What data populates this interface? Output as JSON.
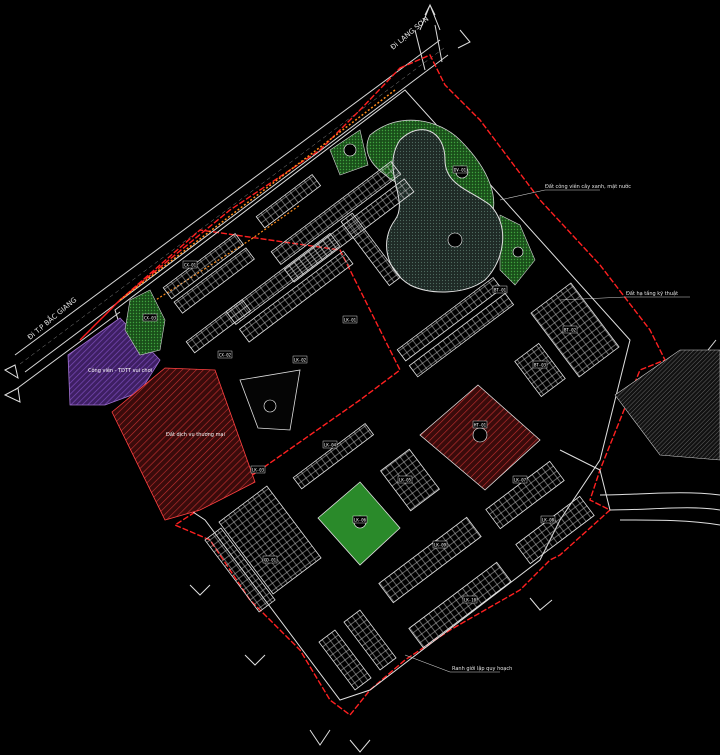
{
  "roads": {
    "north_label": "Đi LẠNG SƠN",
    "west_label": "Đi T.P BẮC GIANG"
  },
  "zones": {
    "purple_label": "Công viên - TDTT vui chơi",
    "hatched_label": "Đất dịch vụ thương mại",
    "purple_color": "#5c2a8c",
    "hatched_color": "#b22a2a",
    "park_color": "#1e7a1e",
    "water_color": "#2b3a34",
    "boundary_color": "#ff2020",
    "road_edge_color": "#e0e0e0",
    "tree_strip_color": "#ff8c1a"
  },
  "annotations": {
    "top_right": "Đất công viên cây xanh, mặt nước",
    "mid_right": "Đất hạ tầng kỹ thuật",
    "bottom": "Ranh giới lập quy hoạch"
  },
  "block_tags": [
    "LK-01",
    "LK-02",
    "LK-03",
    "LK-04",
    "LK-05",
    "LK-06",
    "LK-07",
    "LK-08",
    "LK-09",
    "LK-10",
    "BT-01",
    "BT-02",
    "BT-03",
    "CX-01",
    "CX-02",
    "CX-03",
    "DV-01",
    "HT-01",
    "GD-01"
  ],
  "icons": {
    "north_arrow": "double-arrow-icon",
    "west_arrow": "double-arrow-icon",
    "south_arrows": "double-arrow-icon"
  }
}
